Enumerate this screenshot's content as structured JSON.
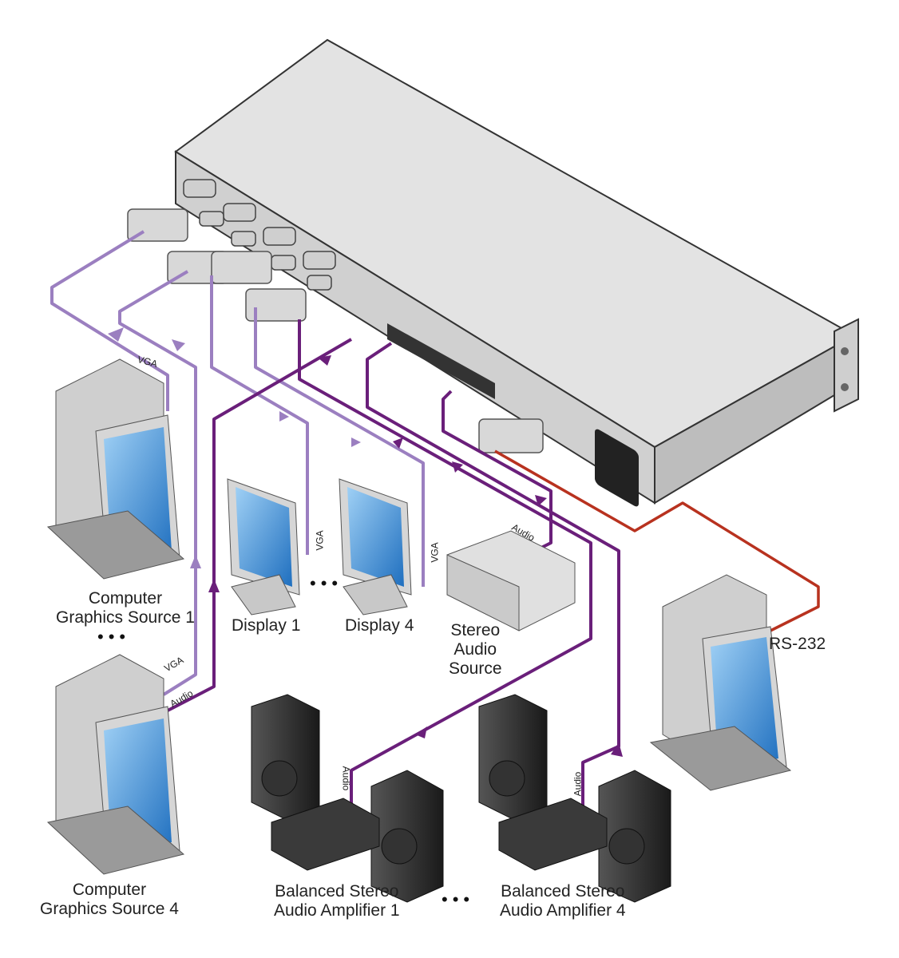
{
  "device": {
    "name": "matrix-switcher-rear-panel"
  },
  "labels": {
    "source1": [
      "Computer",
      "Graphics Source 1"
    ],
    "source4": [
      "Computer",
      "Graphics Source 4"
    ],
    "display1": "Display 1",
    "display4": "Display 4",
    "stereo": [
      "Stereo",
      "Audio",
      "Source"
    ],
    "amp1": [
      "Balanced Stereo",
      "Audio Amplifier 1"
    ],
    "amp4": [
      "Balanced Stereo",
      "Audio Amplifier 4"
    ],
    "rs232": "RS-232",
    "ellipsis": "•••"
  },
  "cable_labels": {
    "vga": "VGA",
    "audio": "Audio"
  },
  "colors": {
    "vga_cable": "#9b7fc0",
    "audio_cable": "#6a1f7a",
    "rs232_cable": "#b8321f",
    "chassis": "#d9d9d9",
    "screen": "#3a86cf"
  }
}
